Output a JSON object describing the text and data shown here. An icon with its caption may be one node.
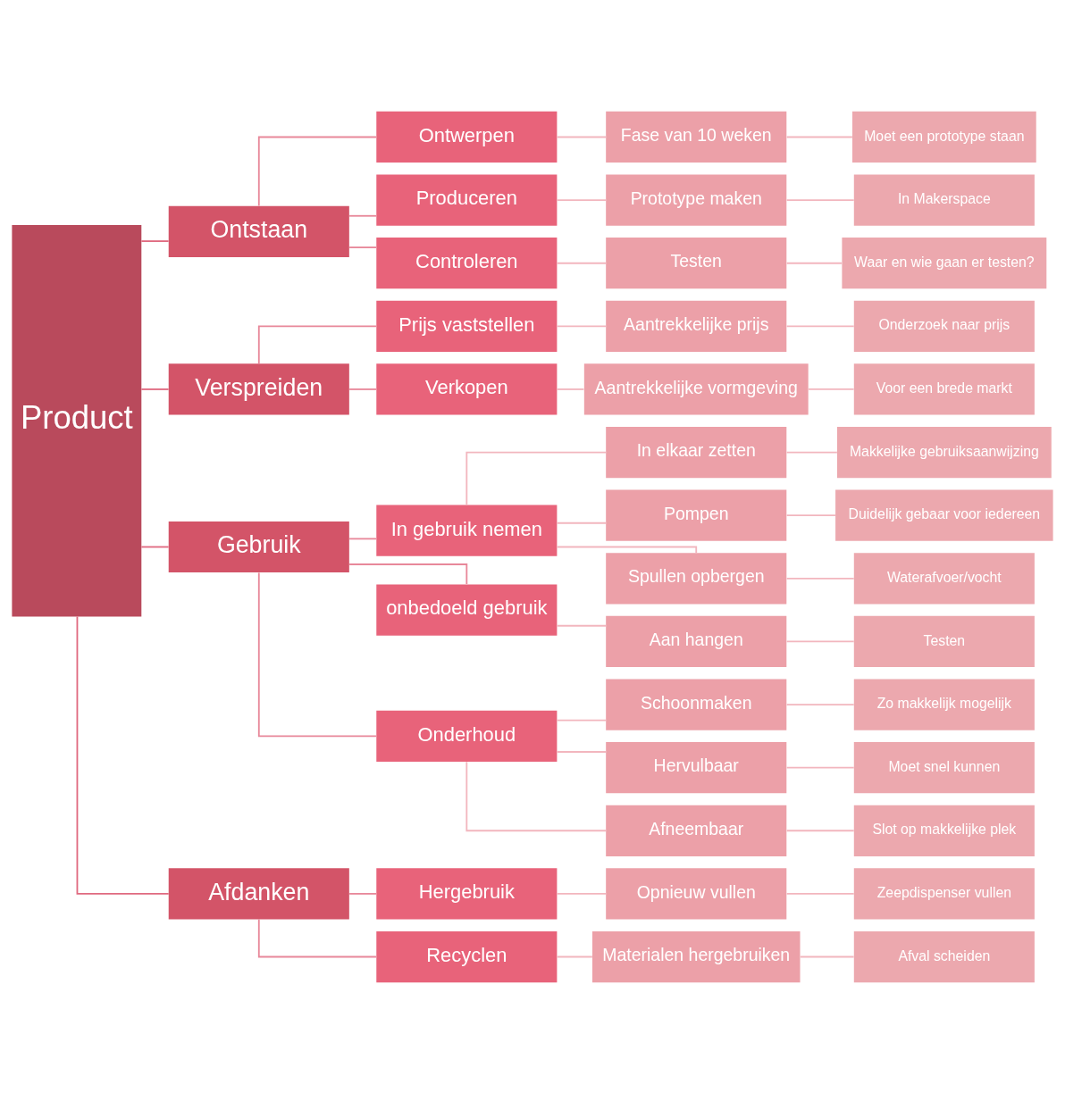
{
  "diagram": {
    "nodes": [
      {
        "text": [
          "Product"
        ]
      },
      {
        "text": [
          "Ontstaan"
        ]
      },
      {
        "text": [
          "Ontwerpen"
        ]
      },
      {
        "text": [
          "Fase van 10 weken"
        ]
      },
      {
        "text": [
          "Moet een prototype staan"
        ]
      },
      {
        "text": [
          "Produceren"
        ]
      },
      {
        "text": [
          "Prototype maken"
        ]
      },
      {
        "text": [
          "In Makerspace"
        ]
      },
      {
        "text": [
          "Controleren"
        ]
      },
      {
        "text": [
          "Testen"
        ]
      },
      {
        "text": [
          "Waar en wie gaan er testen?"
        ]
      },
      {
        "text": [
          "Verspreiden"
        ]
      },
      {
        "text": [
          "Prijs vaststellen"
        ]
      },
      {
        "text": [
          "Aantrekkelijke prijs"
        ]
      },
      {
        "text": [
          "Onderzoek naar prijs"
        ]
      },
      {
        "text": [
          "Verkopen"
        ]
      },
      {
        "text": [
          "Aantrekkelijke vormgeving"
        ]
      },
      {
        "text": [
          "Voor een brede markt"
        ]
      },
      {
        "text": [
          "Gebruik"
        ]
      },
      {
        "text": [
          "In gebruik nemen"
        ]
      },
      {
        "text": [
          "In elkaar zetten"
        ]
      },
      {
        "text": [
          "Makkelijke gebruiksaanwijzing"
        ]
      },
      {
        "text": [
          "Pompen"
        ]
      },
      {
        "text": [
          "Duidelijk gebaar voor iedereen"
        ]
      },
      {
        "text": [
          "Spullen opbergen"
        ]
      },
      {
        "text": [
          "Waterafvoer/vocht"
        ]
      },
      {
        "text": [
          "onbedoeld gebruik"
        ]
      },
      {
        "text": [
          "Aan hangen"
        ]
      },
      {
        "text": [
          "Testen"
        ]
      },
      {
        "text": [
          "Onderhoud"
        ]
      },
      {
        "text": [
          "Schoonmaken"
        ]
      },
      {
        "text": [
          "Zo makkelijk mogelijk"
        ]
      },
      {
        "text": [
          "Hervulbaar"
        ]
      },
      {
        "text": [
          "Moet snel kunnen"
        ]
      },
      {
        "text": [
          "Afneembaar"
        ]
      },
      {
        "text": [
          "Slot op makkelijke plek"
        ]
      },
      {
        "text": [
          "Afdanken"
        ]
      },
      {
        "text": [
          "Hergebruik"
        ]
      },
      {
        "text": [
          "Opnieuw vullen"
        ]
      },
      {
        "text": [
          "Zeepdispenser vullen"
        ]
      },
      {
        "text": [
          "Recyclen"
        ]
      },
      {
        "text": [
          "Materialen hergebruiken"
        ]
      },
      {
        "text": [
          "Afval scheiden"
        ]
      }
    ],
    "edges": [
      {
        "from": 0,
        "to": 1,
        "arrow": "none"
      },
      {
        "from": 0,
        "to": 11,
        "arrow": "none"
      },
      {
        "from": 0,
        "to": 18,
        "arrow": "none"
      },
      {
        "from": 0,
        "to": 36,
        "arrow": "none"
      },
      {
        "from": 1,
        "to": 2,
        "arrow": "none"
      },
      {
        "from": 1,
        "to": 5,
        "arrow": "none"
      },
      {
        "from": 1,
        "to": 8,
        "arrow": "none"
      },
      {
        "from": 2,
        "to": 3,
        "arrow": "none"
      },
      {
        "from": 3,
        "to": 4,
        "arrow": "none"
      },
      {
        "from": 5,
        "to": 6,
        "arrow": "none"
      },
      {
        "from": 6,
        "to": 7,
        "arrow": "none"
      },
      {
        "from": 8,
        "to": 9,
        "arrow": "none"
      },
      {
        "from": 9,
        "to": 10,
        "arrow": "none"
      },
      {
        "from": 11,
        "to": 12,
        "arrow": "none"
      },
      {
        "from": 11,
        "to": 15,
        "arrow": "none"
      },
      {
        "from": 12,
        "to": 13,
        "arrow": "none"
      },
      {
        "from": 13,
        "to": 14,
        "arrow": "none"
      },
      {
        "from": 15,
        "to": 16,
        "arrow": "none"
      },
      {
        "from": 16,
        "to": 17,
        "arrow": "none"
      },
      {
        "from": 18,
        "to": 19,
        "arrow": "none"
      },
      {
        "from": 18,
        "to": 26,
        "arrow": "none"
      },
      {
        "from": 18,
        "to": 29,
        "arrow": "none"
      },
      {
        "from": 19,
        "to": 20,
        "arrow": "none"
      },
      {
        "from": 19,
        "to": 22,
        "arrow": "none"
      },
      {
        "from": 19,
        "to": 24,
        "arrow": "none"
      },
      {
        "from": 20,
        "to": 21,
        "arrow": "none"
      },
      {
        "from": 22,
        "to": 23,
        "arrow": "none"
      },
      {
        "from": 24,
        "to": 25,
        "arrow": "none"
      },
      {
        "from": 26,
        "to": 27,
        "arrow": "none"
      },
      {
        "from": 27,
        "to": 28,
        "arrow": "none"
      },
      {
        "from": 29,
        "to": 30,
        "arrow": "none"
      },
      {
        "from": 29,
        "to": 32,
        "arrow": "none"
      },
      {
        "from": 29,
        "to": 34,
        "arrow": "none"
      },
      {
        "from": 30,
        "to": 31,
        "arrow": "none"
      },
      {
        "from": 32,
        "to": 33,
        "arrow": "none"
      },
      {
        "from": 34,
        "to": 35,
        "arrow": "none"
      },
      {
        "from": 36,
        "to": 37,
        "arrow": "none"
      },
      {
        "from": 36,
        "to": 40,
        "arrow": "none"
      },
      {
        "from": 37,
        "to": 38,
        "arrow": "none"
      },
      {
        "from": 38,
        "to": 39,
        "arrow": "none"
      },
      {
        "from": 40,
        "to": 41,
        "arrow": "none"
      },
      {
        "from": 41,
        "to": 42,
        "arrow": "none"
      }
    ]
  }
}
